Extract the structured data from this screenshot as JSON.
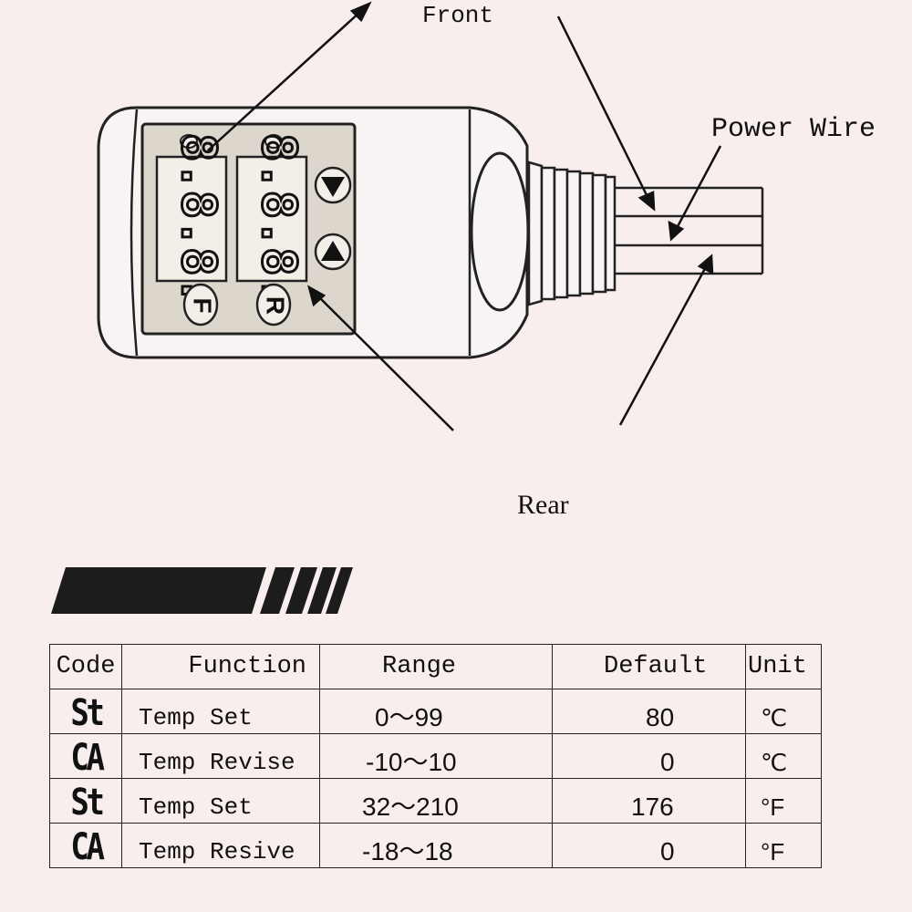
{
  "labels": {
    "front": "Front",
    "power_wire": "Power Wire",
    "rear": "Rear"
  },
  "device": {
    "display_left": "8.8.8.",
    "display_right": "8.8.8.",
    "button_f": "F",
    "button_r": "R",
    "down_button": "▼",
    "up_button": "▲"
  },
  "table": {
    "headers": [
      "Code",
      "Function",
      "Range",
      "Default",
      "Unit"
    ],
    "rows": [
      {
        "code": "St",
        "function": "Temp Set",
        "range": "0～99",
        "default": "80",
        "unit": "℃"
      },
      {
        "code": "CA",
        "function": "Temp Revise",
        "range": "-10～10",
        "default": "0",
        "unit": "℃"
      },
      {
        "code": "St",
        "function": "Temp Set",
        "range": "32～210",
        "default": "176",
        "unit": "°F"
      },
      {
        "code": "CA",
        "function": "Temp Resive",
        "range": "-18～18",
        "default": "0",
        "unit": "°F"
      }
    ]
  },
  "colors": {
    "background": "#f9eeee",
    "panel": "#dcd6cc",
    "ink": "#111111"
  }
}
